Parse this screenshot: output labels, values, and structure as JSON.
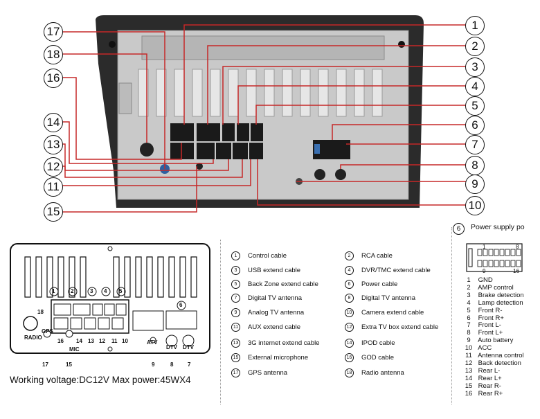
{
  "top_callouts": [
    "1",
    "2",
    "3",
    "4",
    "5",
    "6",
    "7",
    "8",
    "9",
    "10",
    "11",
    "12",
    "13",
    "14",
    "15",
    "16",
    "17",
    "18"
  ],
  "schematic": {
    "numbers": [
      "1",
      "2",
      "3",
      "4",
      "5",
      "6",
      "7",
      "8",
      "9",
      "10",
      "11",
      "12",
      "13",
      "14",
      "15",
      "16",
      "17",
      "18"
    ],
    "radio_label": "RADIO",
    "gps_label": "GPS",
    "mic_label": "MIC",
    "atv_label": "ATV",
    "dtv_label_1": "DTV",
    "dtv_label_2": "DTV"
  },
  "working_text": "Working voltage:DC12V  Max power:45WX4",
  "legend_left": [
    {
      "num": "1",
      "label": "Control cable"
    },
    {
      "num": "3",
      "label": "USB extend cable"
    },
    {
      "num": "5",
      "label": "Back Zone extend cable"
    },
    {
      "num": "7",
      "label": "Digital TV antenna"
    },
    {
      "num": "9",
      "label": "Analog TV antenna"
    },
    {
      "num": "11",
      "label": "AUX extend cable"
    },
    {
      "num": "13",
      "label": "3G internet extend cable"
    },
    {
      "num": "15",
      "label": "External microphone"
    },
    {
      "num": "17",
      "label": "GPS antenna"
    }
  ],
  "legend_right": [
    {
      "num": "2",
      "label": "RCA cable"
    },
    {
      "num": "4",
      "label": "DVR/TMC extend cable"
    },
    {
      "num": "6",
      "label": "Power cable"
    },
    {
      "num": "8",
      "label": "Digital TV antenna"
    },
    {
      "num": "10",
      "label": "Camera extend cable"
    },
    {
      "num": "12",
      "label": "Extra TV box extend cable"
    },
    {
      "num": "14",
      "label": "IPOD cable"
    },
    {
      "num": "16",
      "label": "GOD cable"
    },
    {
      "num": "18",
      "label": "Radio antenna"
    }
  ],
  "power_supply": {
    "num": "6",
    "title": "Power supply po",
    "connector_pins": [
      "1",
      "8",
      "9",
      "16"
    ],
    "pins": [
      {
        "n": "1",
        "label": "GND"
      },
      {
        "n": "2",
        "label": "AMP control"
      },
      {
        "n": "3",
        "label": "Brake detection"
      },
      {
        "n": "4",
        "label": "Lamp detection"
      },
      {
        "n": "5",
        "label": "Front R-"
      },
      {
        "n": "6",
        "label": "Front R+"
      },
      {
        "n": "7",
        "label": "Front L-"
      },
      {
        "n": "8",
        "label": "Front L+"
      },
      {
        "n": "9",
        "label": "Auto battery"
      },
      {
        "n": "10",
        "label": "ACC"
      },
      {
        "n": "11",
        "label": "Antenna control"
      },
      {
        "n": "12",
        "label": "Back detection"
      },
      {
        "n": "13",
        "label": "Rear L-"
      },
      {
        "n": "14",
        "label": "Rear L+"
      },
      {
        "n": "15",
        "label": "Rear R-"
      },
      {
        "n": "16",
        "label": "Rear R+"
      }
    ]
  },
  "colors": {
    "callout_line": "#c62828",
    "chassis": "#c9c9c9",
    "bezel": "#2b2b2b"
  }
}
